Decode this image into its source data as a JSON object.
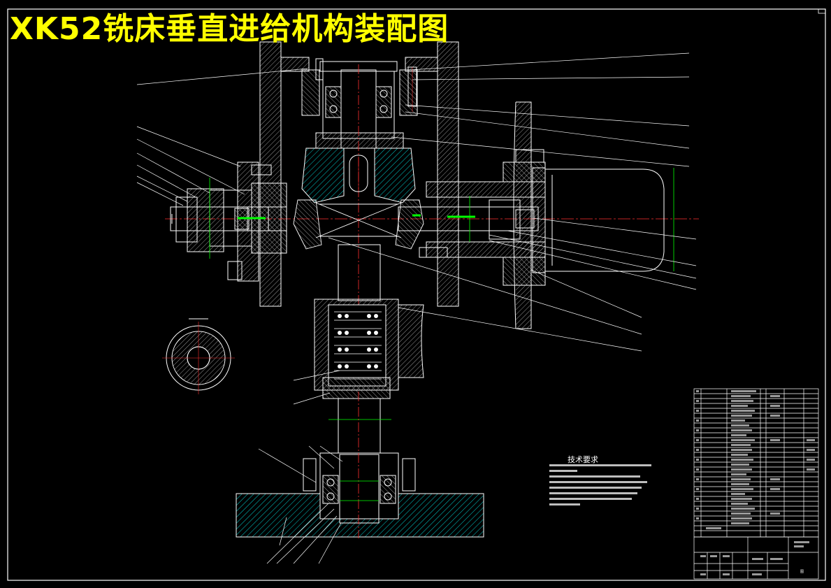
{
  "drawing": {
    "title": "XK52铣床垂直进给机构装配图",
    "colors": {
      "background": "#000000",
      "frame": "#ffffff",
      "title": "#ffff00",
      "hatch": "#00c8c8",
      "dimension": "#00ff00",
      "centerline": "#ff3030"
    }
  },
  "notes": {
    "title": "技术要求"
  },
  "title_block": {
    "sheet_label": "图"
  }
}
